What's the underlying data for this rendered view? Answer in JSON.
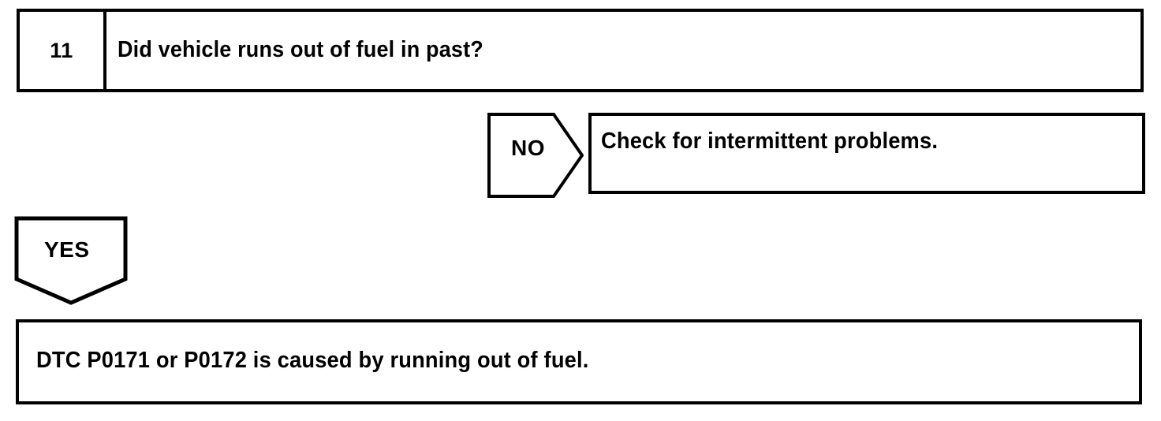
{
  "diagram": {
    "type": "troubleshooting-flowchart",
    "step": {
      "number": "11",
      "question": "Did vehicle runs out of fuel in past?"
    },
    "branches": {
      "no": {
        "label": "NO",
        "direction": "right",
        "result": "Check for intermittent problems."
      },
      "yes": {
        "label": "YES",
        "direction": "down",
        "result": "DTC P0171 or P0172 is caused by running out of fuel."
      }
    },
    "style": {
      "line_color": "#000000",
      "background_color": "#ffffff",
      "text_color": "#000000"
    }
  }
}
